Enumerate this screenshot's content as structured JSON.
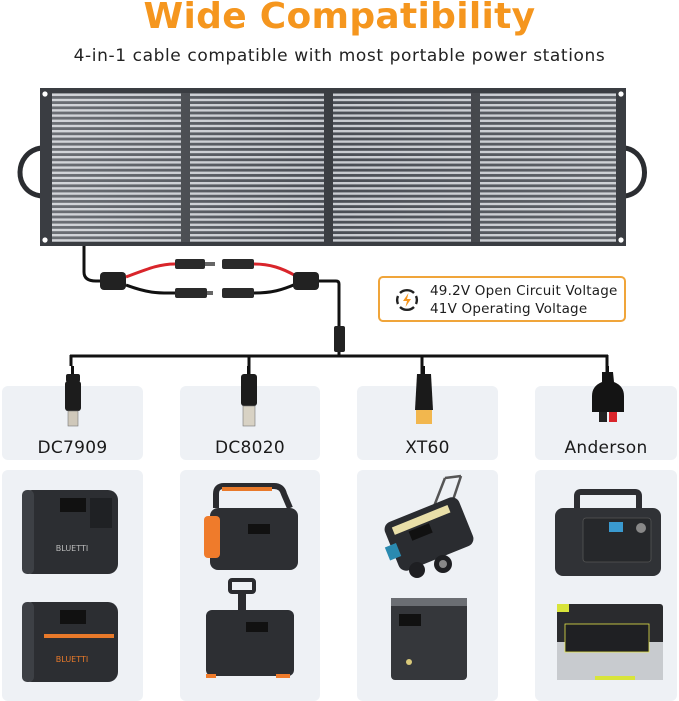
{
  "header": {
    "title": "Wide Compatibility",
    "subtitle": "4-in-1 cable compatible with most portable power stations"
  },
  "colors": {
    "accent": "#f5961e",
    "spec_border": "#f0a53a",
    "card_bg": "#eef1f5",
    "panel_frame": "#3a3d42",
    "cable_red": "#d9252b"
  },
  "panel": {
    "icon": "solar-panel",
    "sections": 4
  },
  "spec_box": {
    "icon": "lightning-bolt-icon",
    "open_circuit_voltage": "49.2V Open Circuit Voltage",
    "operating_voltage": "41V Operating Voltage"
  },
  "connectors": [
    {
      "label": "DC7909",
      "icon": "dc7909-plug"
    },
    {
      "label": "DC8020",
      "icon": "dc8020-plug"
    },
    {
      "label": "XT60",
      "icon": "xt60-plug"
    },
    {
      "label": "Anderson",
      "icon": "anderson-plug"
    }
  ],
  "products": [
    {
      "items": [
        {
          "brand": "BLUETTI",
          "style": "dark"
        },
        {
          "brand": "BLUETTI",
          "style": "orange-accent"
        }
      ]
    },
    {
      "items": [
        {
          "brand": "",
          "style": "orange-handle"
        },
        {
          "brand": "",
          "style": "orange-trolley"
        }
      ]
    },
    {
      "items": [
        {
          "brand": "",
          "style": "trolley-tilted"
        },
        {
          "brand": "",
          "style": "gray-box"
        }
      ]
    },
    {
      "items": [
        {
          "brand": "",
          "style": "handle-dark"
        },
        {
          "brand": "",
          "style": "silver-yellow"
        }
      ]
    }
  ]
}
